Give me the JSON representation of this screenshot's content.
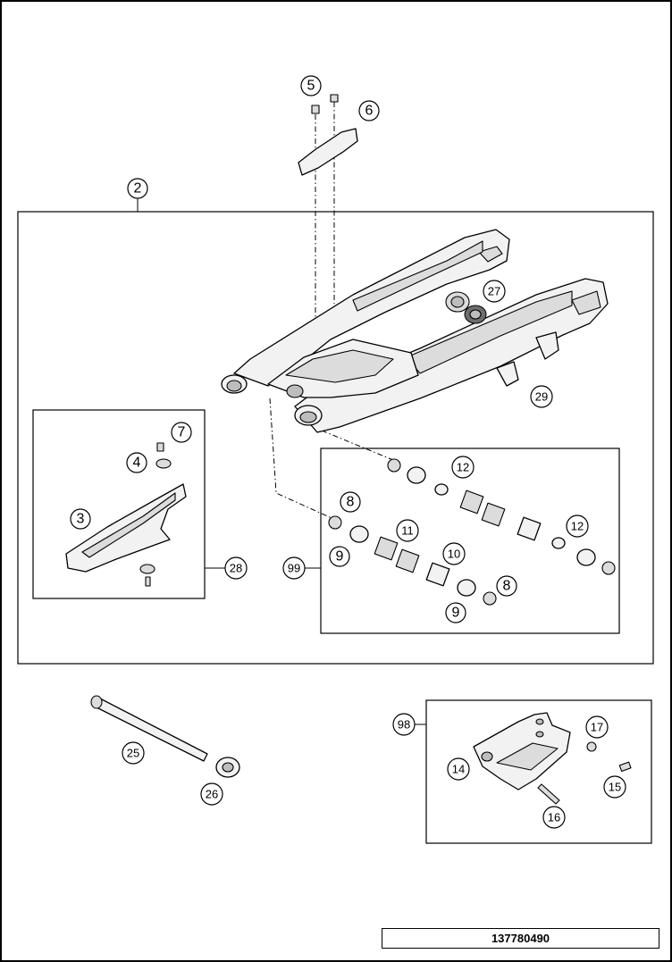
{
  "callouts": [
    "2",
    "3",
    "4",
    "5",
    "6",
    "7",
    "8",
    "8",
    "9",
    "9",
    "10",
    "11",
    "12",
    "12",
    "14",
    "15",
    "16",
    "17",
    "25",
    "26",
    "27",
    "28",
    "29",
    "98",
    "99"
  ],
  "reference_number": "137780490"
}
